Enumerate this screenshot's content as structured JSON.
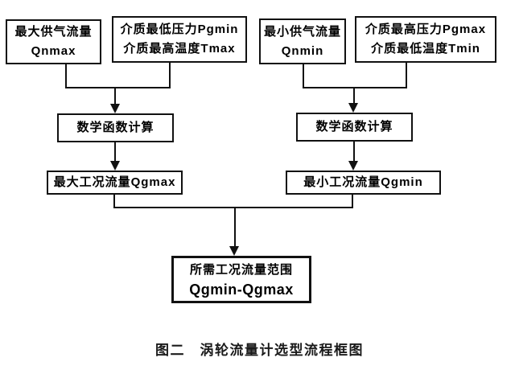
{
  "figure": {
    "caption": "图二　涡轮流量计选型流程框图"
  },
  "colors": {
    "background": "#ffffff",
    "stroke": "#111111",
    "text": "#000000"
  },
  "flowchart": {
    "boxes": {
      "qnmax": {
        "line1": "最大供气流量",
        "line2": "Qnmax"
      },
      "pgmin_tmax": {
        "line1": "介质最低压力Pgmin",
        "line2": "介质最高温度Tmax"
      },
      "qnmin": {
        "line1": "最小供气流量",
        "line2": "Qnmin"
      },
      "pgmax_tmin": {
        "line1": "介质最高压力Pgmax",
        "line2": "介质最低温度Tmin"
      },
      "math_left": {
        "label": "数学函数计算"
      },
      "math_right": {
        "label": "数学函数计算"
      },
      "qgmax": {
        "label": "最大工况流量Qgmax"
      },
      "qgmin": {
        "label": "最小工况流量Qgmin"
      },
      "result": {
        "line1": "所需工况流量范围",
        "line2": "Qgmin-Qgmax"
      }
    }
  }
}
